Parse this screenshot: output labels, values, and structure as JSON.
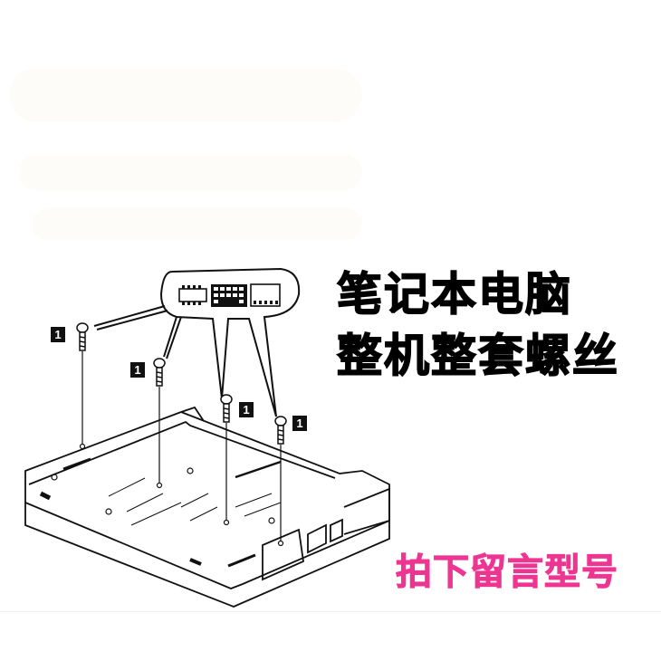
{
  "headline": {
    "line1": "笔记本电脑",
    "line2": "整机整套螺丝"
  },
  "call_to_action": {
    "text": "拍下留言型号",
    "color": "#ee3592"
  },
  "diagram": {
    "subject": "laptop-bottom-case-screw-diagram",
    "callout_label": "1",
    "callout_count": 4,
    "bubble_icons": [
      "memory-module-icon",
      "keyboard-icon",
      "hard-drive-icon"
    ]
  },
  "colors": {
    "background": "#ffffff",
    "text": "#000000",
    "accent": "#ee3592",
    "watermark": "#fdfcf8"
  }
}
